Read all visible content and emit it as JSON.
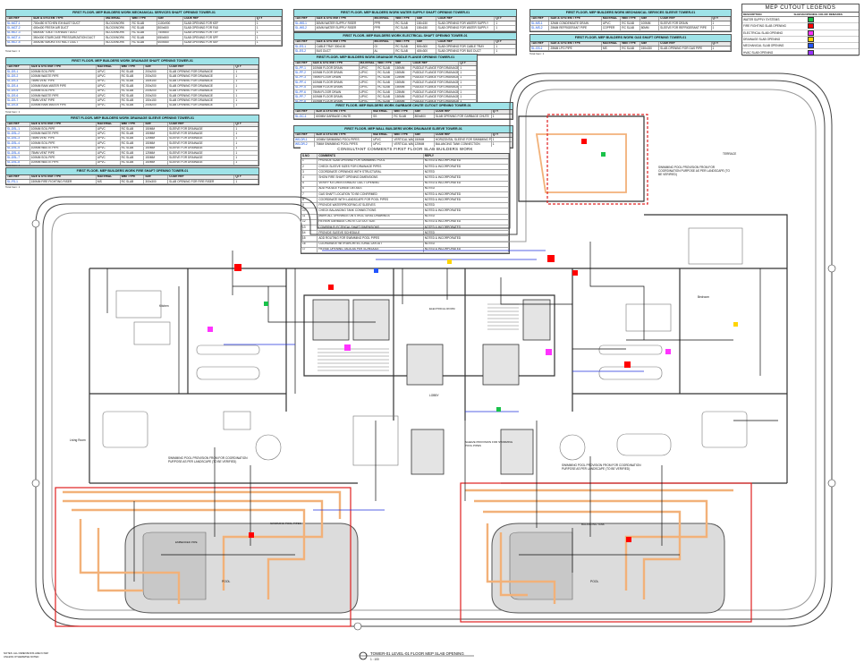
{
  "tables": {
    "mech_shaft": {
      "title": "FIRST FLOOR- MEP BUILDERS WORK MECHANICAL SERVICES SHAFT OPENING TOWER-01",
      "headers": [
        "TAG REF",
        "SIZE & SYSTEM TYPE",
        "MATERIAL",
        "Wall TYPE",
        "Size",
        "CODE REF",
        "QTY"
      ],
      "rows": [
        [
          "SL-MCT-1",
          "700x450 KITCHEN EXHAUST DUCT",
          "BLOCKWORK",
          "RC SLAB",
          "1100x900",
          "SLAB OPENING FOR KEF",
          "1"
        ],
        [
          "SL-MCT-2",
          "400x400 FRESH AIR DUCT",
          "BLOCKWORK",
          "RC SLAB",
          "800x600",
          "SLAB OPENING FOR FAD",
          "1"
        ],
        [
          "SL-MCT-3",
          "450x300 TOILET EXHAUST DUCT",
          "BLOCKWORK",
          "RC SLAB",
          "750x500",
          "SLAB OPENING FOR TEF",
          "1"
        ],
        [
          "SL-MCT-4",
          "350x300 STAIRCASE PRESSURIZATION DUCT",
          "BLOCKWORK",
          "RC SLAB",
          "650x500",
          "SLAB OPENING FOR SPF",
          "1"
        ],
        [
          "SL-MCT-5",
          "300x250 SMOKE EXTRACT DUCT",
          "BLOCKWORK",
          "RC SLAB",
          "600x450",
          "SLAB OPENING FOR SEF",
          "1"
        ]
      ]
    },
    "water_shaft": {
      "title": "FIRST FLOOR- MEP BUILDERS WORK WATER SUPPLY SHAFT OPENING TOWER-01",
      "headers": [
        "TAG REF",
        "SIZE & SYSTEM TYPE",
        "MATERIAL",
        "Wall TYPE",
        "Size",
        "CODE REF",
        "QTY"
      ],
      "rows": [
        [
          "SL-WS-1",
          "50MM WATER SUPPLY RISER",
          "PPR",
          "RC SLAB",
          "150x150",
          "SLAB OPENING FOR WATER SUPPLY",
          "1"
        ],
        [
          "SL-WS-2",
          "40MM WATER SUPPLY RISER",
          "PPR",
          "RC SLAB",
          "150x150",
          "SLAB OPENING FOR WATER SUPPLY",
          "1"
        ]
      ]
    },
    "mech_sleeve": {
      "title": "FIRST FLOOR- MEP BUILDERS WORK MECHANICAL SERVICES SLEEVE TOWER-01",
      "headers": [
        "TAG REF",
        "SIZE & SYSTEM TYPE",
        "MATERIAL",
        "Wall TYPE",
        "Size",
        "CODE REF",
        "QTY"
      ],
      "rows": [
        [
          "SL-MS-1",
          "32MM CONDENSATE DRAIN",
          "UPVC",
          "RC SLAB",
          "100MM",
          "SLEEVE FOR DRAIN",
          "1"
        ],
        [
          "SL-MS-2",
          "25MM REFRIGERANT PIPE",
          "COPPER",
          "RC SLAB",
          "80MM",
          "SLEEVE FOR REFRIGERANT PIPE",
          "1"
        ]
      ]
    },
    "gas_shaft": {
      "title": "FIRST FLOOR- MEP BUILDERS WORK GAS SHAFT OPENING TOWER-01",
      "headers": [
        "TAG REF",
        "SIZE & SYSTEM TYPE",
        "MATERIAL",
        "Wall TYPE",
        "Size",
        "CODE REF",
        "QTY"
      ],
      "rows": [
        [
          "SL-GS-1",
          "25MM LPG PIPE",
          "MS",
          "RC SLAB",
          "150x150",
          "SLAB OPENING FOR GAS PIPE",
          "1"
        ]
      ]
    },
    "drain_shaft_1": {
      "title": "FIRST FLOOR- MEP BUILDERS WORK DRAINAGE SHAFT OPENING TOWER-01",
      "headers": [
        "TAG REF",
        "SIZE & SYSTEM TYPE",
        "MATERIAL",
        "Wall TYPE",
        "Size",
        "CODE REF",
        "QTY"
      ],
      "rows": [
        [
          "SL-DS-1",
          "100MM SOIL PIPE",
          "UPVC",
          "RC SLAB",
          "200x200",
          "SLAB OPENING FOR DRAINAGE",
          "1"
        ],
        [
          "SL-DS-2",
          "100MM WASTE PIPE",
          "UPVC",
          "RC SLAB",
          "200x200",
          "SLAB OPENING FOR DRAINAGE",
          "1"
        ],
        [
          "SL-DS-3",
          "75MM VENT PIPE",
          "UPVC",
          "RC SLAB",
          "150x150",
          "SLAB OPENING FOR DRAINAGE",
          "1"
        ],
        [
          "SL-DS-4",
          "100MM RAIN WATER PIPE",
          "UPVC",
          "RC SLAB",
          "200x200",
          "SLAB OPENING FOR DRAINAGE",
          "1"
        ],
        [
          "SL-DS-5",
          "100MM SOIL PIPE",
          "UPVC",
          "RC SLAB",
          "200x200",
          "SLAB OPENING FOR DRAINAGE",
          "1"
        ],
        [
          "SL-DS-6",
          "100MM WASTE PIPE",
          "UPVC",
          "RC SLAB",
          "200x200",
          "SLAB OPENING FOR DRAINAGE",
          "1"
        ],
        [
          "SL-DS-7",
          "75MM VENT PIPE",
          "UPVC",
          "RC SLAB",
          "150x150",
          "SLAB OPENING FOR DRAINAGE",
          "1"
        ],
        [
          "SL-DS-8",
          "100MM RAIN WATER PIPE",
          "UPVC",
          "RC SLAB",
          "200x200",
          "SLAB OPENING FOR DRAINAGE",
          "1"
        ]
      ]
    },
    "elec_shaft": {
      "title": "FIRST FLOOR- MEP BUILDERS WORK ELECTRICAL SHAFT OPENING TOWER-01",
      "headers": [
        "TAG REF",
        "SIZE & SYSTEM TYPE",
        "MATERIAL",
        "Wall TYPE",
        "Size",
        "CODE REF",
        "QTY"
      ],
      "rows": [
        [
          "SL-ES-1",
          "CABLE TRAY 300x100",
          "GI",
          "RC SLAB",
          "500x300",
          "SLAB OPENING FOR CABLE TRAY",
          "1"
        ],
        [
          "SL-ES-2",
          "BUS DUCT",
          "AL",
          "RC SLAB",
          "400x300",
          "SLAB OPENING FOR BUS DUCT",
          "1"
        ]
      ]
    },
    "drain_puddle": {
      "title": "FIRST FLOOR- MEP BUILDERS WORK DRAINAGE PUDDLE FLANGE OPENING TOWER-01",
      "headers": [
        "TAG REF",
        "SIZE & SYSTEM TYPE",
        "MATERIAL",
        "Wall TYPE",
        "Size",
        "CODE REF",
        "QTY"
      ],
      "rows": [
        [
          "SL-PF-1",
          "100MM FLOOR DRAIN",
          "UPVC",
          "RC SLAB",
          "150MM",
          "PUDDLE FLANGE FOR DRAINAGE",
          "1"
        ],
        [
          "SL-PF-2",
          "100MM FLOOR DRAIN",
          "UPVC",
          "RC SLAB",
          "150MM",
          "PUDDLE FLANGE FOR DRAINAGE",
          "1"
        ],
        [
          "SL-PF-3",
          "75MM FLOOR DRAIN",
          "UPVC",
          "RC SLAB",
          "125MM",
          "PUDDLE FLANGE FOR DRAINAGE",
          "1"
        ],
        [
          "SL-PF-4",
          "100MM FLOOR DRAIN",
          "UPVC",
          "RC SLAB",
          "150MM",
          "PUDDLE FLANGE FOR DRAINAGE",
          "1"
        ],
        [
          "SL-PF-5",
          "100MM FLOOR DRAIN",
          "UPVC",
          "RC SLAB",
          "150MM",
          "PUDDLE FLANGE FOR DRAINAGE",
          "1"
        ],
        [
          "SL-PF-6",
          "75MM FLOOR DRAIN",
          "UPVC",
          "RC SLAB",
          "125MM",
          "PUDDLE FLANGE FOR DRAINAGE",
          "1"
        ],
        [
          "SL-PF-7",
          "100MM FLOOR DRAIN",
          "UPVC",
          "RC SLAB",
          "150MM",
          "PUDDLE FLANGE FOR DRAINAGE",
          "1"
        ],
        [
          "SL-PF-8",
          "100MM FLOOR DRAIN",
          "UPVC",
          "RC SLAB",
          "150MM",
          "PUDDLE FLANGE FOR DRAINAGE",
          "1"
        ]
      ]
    },
    "drain_sleeve": {
      "title": "FIRST FLOOR- MEP BUILDERS WORK DRAINAGE SLEEVE OPENING TOWER-01",
      "headers": [
        "TAG REF",
        "SIZE & SYSTEM TYPE",
        "MATERIAL",
        "Wall TYPE",
        "Size",
        "CODE REF",
        "QTY"
      ],
      "rows": [
        [
          "SL-DSL-1",
          "100MM SOIL PIPE",
          "UPVC",
          "RC SLAB",
          "150MM",
          "SLEEVE FOR DRAINAGE",
          "1"
        ],
        [
          "SL-DSL-2",
          "100MM WASTE PIPE",
          "UPVC",
          "RC SLAB",
          "150MM",
          "SLEEVE FOR DRAINAGE",
          "1"
        ],
        [
          "SL-DSL-3",
          "75MM VENT PIPE",
          "UPVC",
          "RC SLAB",
          "125MM",
          "SLEEVE FOR DRAINAGE",
          "1"
        ],
        [
          "SL-DSL-4",
          "100MM SOIL PIPE",
          "UPVC",
          "RC SLAB",
          "150MM",
          "SLEEVE FOR DRAINAGE",
          "1"
        ],
        [
          "SL-DSL-5",
          "100MM WASTE PIPE",
          "UPVC",
          "RC SLAB",
          "150MM",
          "SLEEVE FOR DRAINAGE",
          "1"
        ],
        [
          "SL-DSL-6",
          "75MM VENT PIPE",
          "UPVC",
          "RC SLAB",
          "125MM",
          "SLEEVE FOR DRAINAGE",
          "1"
        ],
        [
          "SL-DSL-7",
          "100MM SOIL PIPE",
          "UPVC",
          "RC SLAB",
          "150MM",
          "SLEEVE FOR DRAINAGE",
          "1"
        ],
        [
          "SL-DSL-8",
          "100MM WASTE PIPE",
          "UPVC",
          "RC SLAB",
          "150MM",
          "SLEEVE FOR DRAINAGE",
          "1"
        ]
      ]
    },
    "garbage_chute": {
      "title": "FIRST FLOOR- MEP BUILDERS WORK GARBAGE CHUTE CUTOUT OPENING TOWER-01",
      "headers": [
        "TAG REF",
        "SIZE & SYSTEM TYPE",
        "MATERIAL",
        "Wall TYPE",
        "Size",
        "CODE REF",
        "QTY"
      ],
      "rows": [
        [
          "SL-GC-1",
          "600MM GARBAGE CHUTE",
          "SS",
          "RC SLAB",
          "800x800",
          "SLAB OPENING FOR GARBAGE CHUTE",
          "1"
        ]
      ]
    },
    "fire_shaft": {
      "title": "FIRST FLOOR- MEP BUILDERS WORK FIRE SHAFT OPENING TOWER-01",
      "headers": [
        "TAG REF",
        "SIZE & SYSTEM TYPE",
        "MATERIAL",
        "Wall TYPE",
        "Size",
        "CODE REF",
        "QTY"
      ],
      "rows": [
        [
          "SL-FS-1",
          "150MM FIRE FIGHTING RISER",
          "MS",
          "RC SLAB",
          "300x300",
          "SLAB OPENING FOR FIRE RISER",
          "1"
        ]
      ]
    },
    "wall_drain": {
      "title": "FIRST FLOOR- MEP WALL BUILDERS WORK DRAINAGE SLEEVE TOWER-01",
      "headers": [
        "TAG REF",
        "SIZE & SYSTEM TYPE",
        "MATERIAL",
        "Wall TYPE",
        "Size",
        "CODE REF",
        "QTY"
      ],
      "rows": [
        [
          "WS-DR-1",
          "100MM SWIMMING POOL PIPES",
          "UPVC",
          "VERTICAL WALL THROUGH",
          "150MM",
          "HORIZONTAL SLEEVE FOR SWIMMING POOL PIPES",
          "1"
        ],
        [
          "WS-DR-2",
          "75MM SWIMMING POOL PIPES",
          "UPVC",
          "VERTICAL WALL THROUGH",
          "125MM",
          "BALANCING TANK CONNECTION",
          "1"
        ]
      ]
    }
  },
  "notes": {
    "total": "Total Item: 1"
  },
  "comments": {
    "title": "CONSULTANT COMMENTS FIRST FLOOR SLAB BUILDERS WORK",
    "headers": [
      "S.NO",
      "COMMENTS",
      "REPLY"
    ],
    "rows": [
      [
        "1",
        "PROVIDE SLAB OPENING FOR SWIMMING POOL",
        "NOTED & INCORPORATED"
      ],
      [
        "2",
        "CHECK SLEEVE SIZES FOR DRAINAGE PIPES",
        "NOTED & INCORPORATED"
      ],
      [
        "3",
        "COORDINATE OPENINGS WITH STRUCTURAL",
        "NOTED"
      ],
      [
        "4",
        "SHOW FIRE SHAFT OPENING DIMENSIONS",
        "NOTED & INCORPORATED"
      ],
      [
        "5",
        "VERIFY KITCHEN EXHAUST DUCT OPENING",
        "NOTED & INCORPORATED"
      ],
      [
        "6",
        "ADD PUDDLE FLANGE DETAILS",
        "NOTED"
      ],
      [
        "7",
        "GAS SHAFT LOCATION TO BE CONFIRMED",
        "NOTED & INCORPORATED"
      ],
      [
        "8",
        "COORDINATE WITH LANDSCAPE FOR POOL PIPES",
        "NOTED & INCORPORATED"
      ],
      [
        "9",
        "PROVIDE WATERPROOFING AT SLEEVES",
        "NOTED"
      ],
      [
        "10",
        "CHECK BALANCING TANK CONNECTIONS",
        "NOTED & INCORPORATED"
      ],
      [
        "11",
        "MARK ALL OPENINGS ON STRUCTURAL DRAWINGS",
        "NOTED"
      ],
      [
        "12",
        "REVIEW GARBAGE CHUTE CUTOUT SIZE",
        "NOTED & INCORPORATED"
      ],
      [
        "13",
        "CONFIRM ELECTRICAL SHAFT DIMENSIONS",
        "NOTED & INCORPORATED"
      ],
      [
        "14",
        "PROVIDE SLEEVE SCHEDULE",
        "NOTED"
      ],
      [
        "15",
        "ADD ROUTING FOR SWIMMING POOL PIPES",
        "NOTED & INCORPORATED"
      ],
      [
        "16",
        "COORDINATE WITH ARCHITECTURAL LAYOUT",
        "NOTED"
      ],
      [
        "17",
        "REVISE OPENING TAGS AS PER SCHEDULE",
        "NOTED & INCORPORATED"
      ]
    ]
  },
  "legend": {
    "title": "MEP CUTOUT LEGENDS",
    "headers": [
      "DESCRIPTION",
      "SLEEVE/OPENING COLOR",
      "REMARKS"
    ],
    "items": [
      {
        "label": "WATER SUPPLY SYSTEMS",
        "color": "#19c24a"
      },
      {
        "label": "FIRE FIGHTING SLAB OPENING",
        "color": "#ff0000"
      },
      {
        "label": "ELECTRICAL SLAB OPENING",
        "color": "#ff33ff"
      },
      {
        "label": "DRAINAGE SLAB OPENING",
        "color": "#ffd400"
      },
      {
        "label": "MECHANICAL SLAB OPENING",
        "color": "#2255ff"
      },
      {
        "label": "HVAC SLAB OPENING",
        "color": "#9933ff"
      }
    ]
  },
  "plan": {
    "footer_title": "TOWER-01 LEVEL-01 FLOOR MEP SLAB OPENING",
    "footer_scale": "1 : 100",
    "callout_1": "SWIMMING POOL PROVISION FROM FOR COORDINATION PURPOSE AS PER LANDSCAPE (TO BE VERIFIED)",
    "callout_2": "SWIMMING POOL PROVISION FROM FOR COORDINATION PURPOSE AS PER LANDSCAPE (TO BE VERIFIED)",
    "callout_3": "SWIMMING POOL PROVISION FROM FOR COORDINATION PURPOSE AS PER LANDSCAPE (TO BE VERIFIED)",
    "tag_living": "Living Room",
    "tag_kitchen": "Kitchen",
    "tag_bedroom": "Bedroom",
    "tag_pool": "POOL",
    "tag_electrical": "ELECTRICAL ROOM",
    "tag_lobby": "LOBBY",
    "tag_terrace": "TERRACE",
    "pipe_label_1": "SWIMMING POOL PIPES",
    "pipe_label_2": "BALANCING TANK",
    "pipe_label_3": "EMBEDDED PIPE",
    "sleeve_note": "SLEEVE PROVISION FOR SWIMMING POOL PIPES",
    "bottom_note": "NOTES: ALL DIMENSIONS ARE IN MM UNLESS OTHERWISE NOTED"
  }
}
